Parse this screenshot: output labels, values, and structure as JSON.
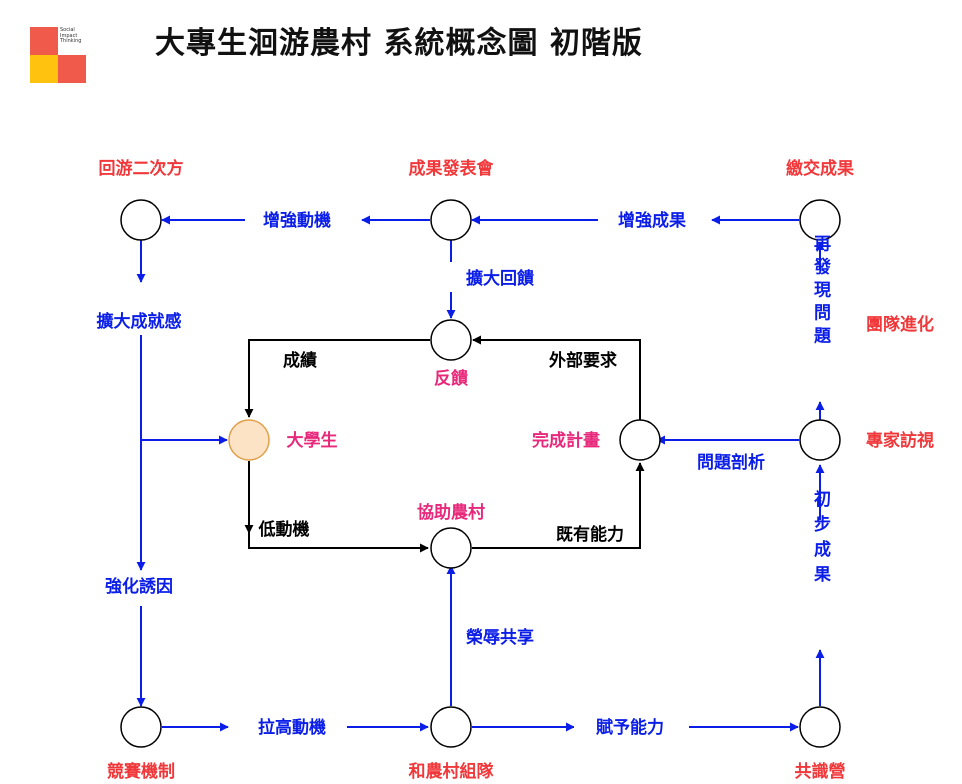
{
  "title": "大專生洄游農村 系統概念圖 初階版",
  "logo": {
    "text": [
      "Social",
      "Impact",
      "Thinking"
    ],
    "colors": [
      "#f05a4a",
      "#ffc20e",
      "#f05a4a"
    ]
  },
  "colors": {
    "flow": "#0b1ee8",
    "loop": "#000000",
    "stage": "#f0383a",
    "core": "#e8287a",
    "student_fill": "#fde3c5",
    "student_stroke": "#e0a04a"
  },
  "nodes": {
    "huiyou": "回游二次方",
    "chengguo_fabiao": "成果發表會",
    "jiaojiao": "繳交成果",
    "fankui": "反饋",
    "daxuesheng": "大學生",
    "wancheng_jihua": "完成計畫",
    "zhuanjia": "專家訪視",
    "xiezhu": "協助農村",
    "tuandui": "團隊進化",
    "jingsai": "競賽機制",
    "zudui": "和農村組隊",
    "gongshi": "共識營"
  },
  "edges": {
    "zengqiang_dongji": "增強動機",
    "zengqiang_chengguo": "增強成果",
    "kuoda_huikui": "擴大回饋",
    "kuoda_chengjiugan": "擴大成就感",
    "chengji": "成績",
    "waibu_yaoqiu": "外部要求",
    "wenti_pouxi": "問題剖析",
    "zaifaxian": "再發現問題",
    "di_dongji": "低動機",
    "jiyou_nengli": "既有能力",
    "qianghua_youyin": "強化誘因",
    "rongru_gongxiang": "榮辱共享",
    "chubu_chengguo": "初步成果",
    "lagao_dongji": "拉高動機",
    "fuyu_nengli": "賦予能力"
  }
}
